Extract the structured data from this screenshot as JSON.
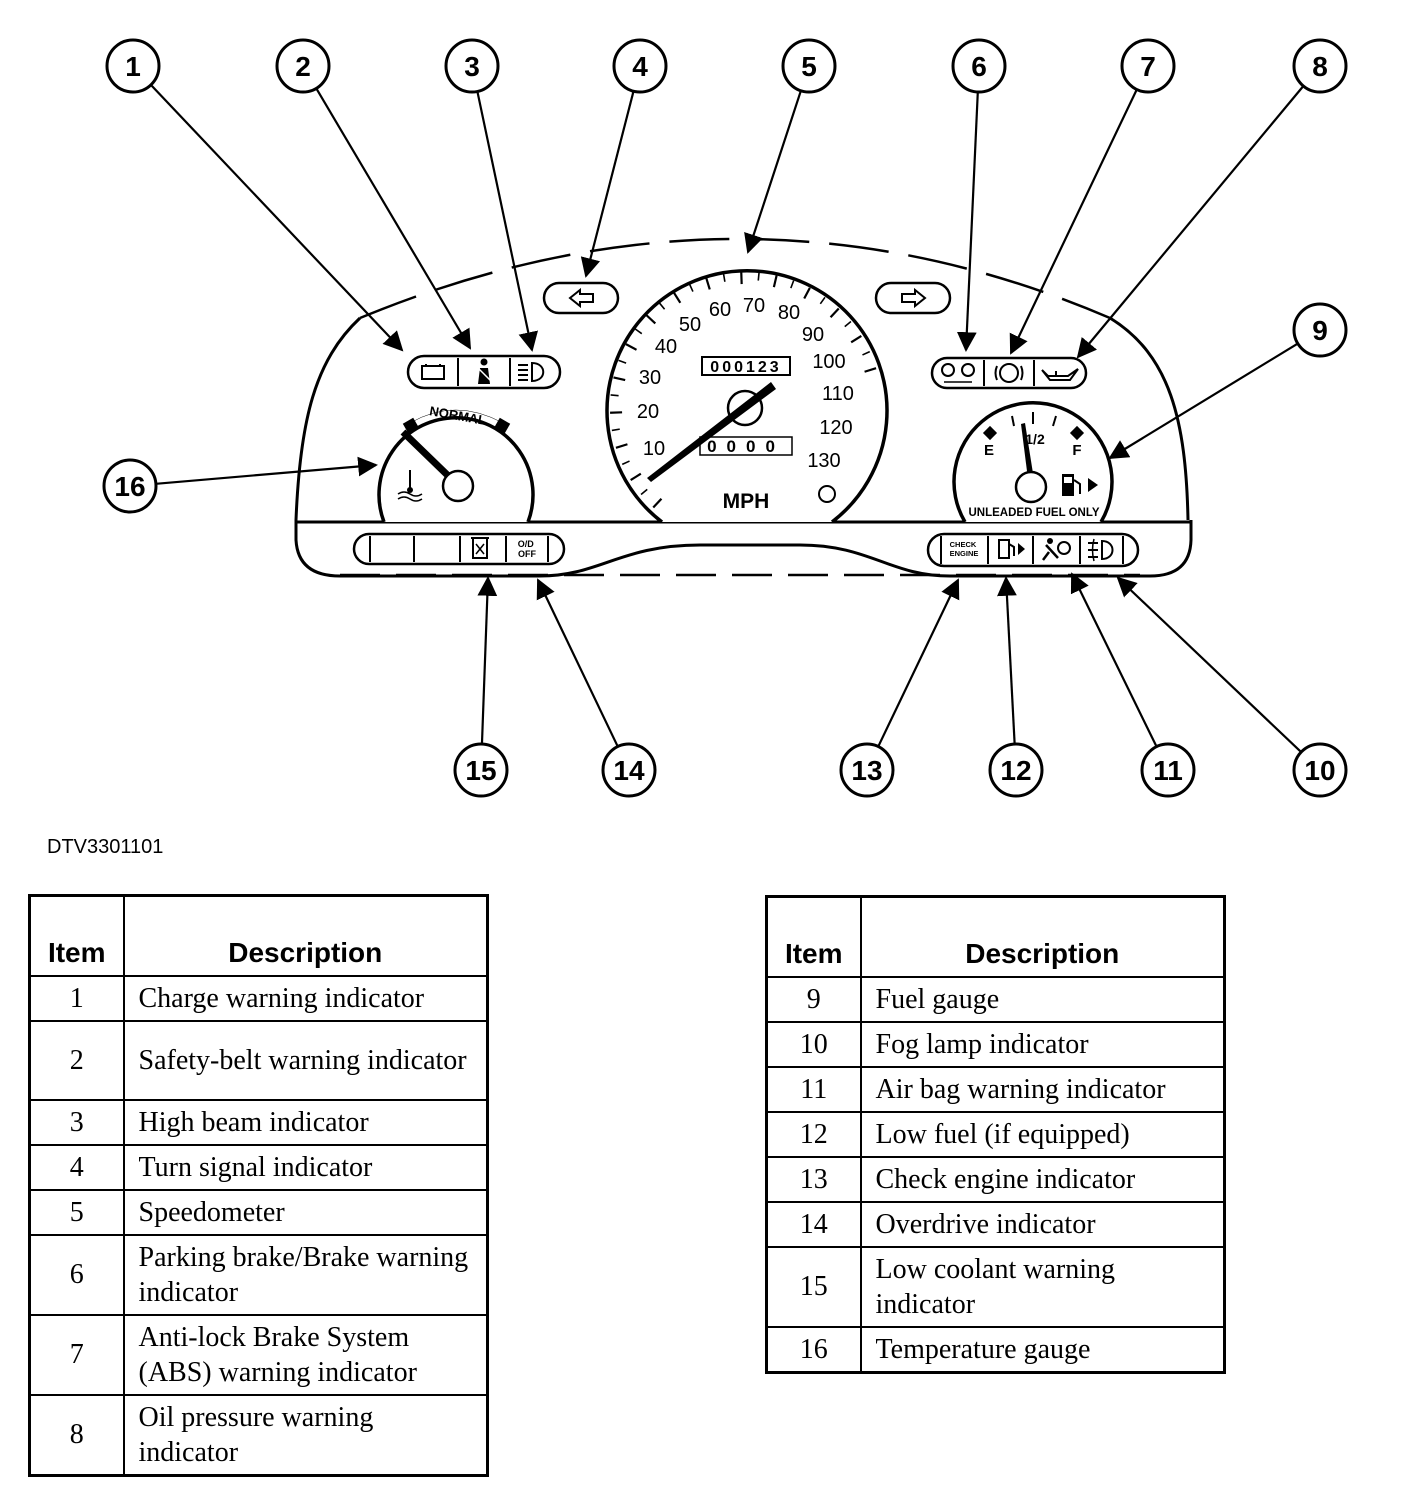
{
  "figure_code": "DTV3301101",
  "cluster": {
    "speedometer": {
      "unit": "MPH",
      "scale": [
        "10",
        "20",
        "30",
        "40",
        "50",
        "60",
        "70",
        "80",
        "90",
        "100",
        "110",
        "120",
        "130"
      ],
      "odometer": "000123",
      "tripmeter": "0000"
    },
    "fuel_gauge": {
      "empty": "E",
      "half": "1/2",
      "full": "F",
      "caption": "UNLEADED FUEL ONLY"
    },
    "temp_gauge": {
      "band": "NORMAL"
    },
    "overdrive_label": "O/D OFF",
    "check_engine_label": "CHECK ENGINE"
  },
  "callouts": [
    "1",
    "2",
    "3",
    "4",
    "5",
    "6",
    "7",
    "8",
    "9",
    "10",
    "11",
    "12",
    "13",
    "14",
    "15",
    "16"
  ],
  "legend": {
    "header_item": "Item",
    "header_description": "Description",
    "left": [
      {
        "item": "1",
        "description": "Charge warning indicator"
      },
      {
        "item": "2",
        "description": "Safety-belt warning indicator"
      },
      {
        "item": "3",
        "description": "High beam indicator"
      },
      {
        "item": "4",
        "description": "Turn signal indicator"
      },
      {
        "item": "5",
        "description": "Speedometer"
      },
      {
        "item": "6",
        "description": "Parking brake/Brake warning indicator"
      },
      {
        "item": "7",
        "description": "Anti-lock Brake System (ABS) warning indicator"
      },
      {
        "item": "8",
        "description": "Oil pressure warning indicator"
      }
    ],
    "right": [
      {
        "item": "9",
        "description": "Fuel gauge"
      },
      {
        "item": "10",
        "description": "Fog lamp indicator"
      },
      {
        "item": "11",
        "description": "Air bag warning indicator"
      },
      {
        "item": "12",
        "description": "Low fuel (if equipped)"
      },
      {
        "item": "13",
        "description": "Check engine indicator"
      },
      {
        "item": "14",
        "description": "Overdrive indicator"
      },
      {
        "item": "15",
        "description": "Low coolant warning indicator"
      },
      {
        "item": "16",
        "description": "Temperature gauge"
      }
    ]
  }
}
